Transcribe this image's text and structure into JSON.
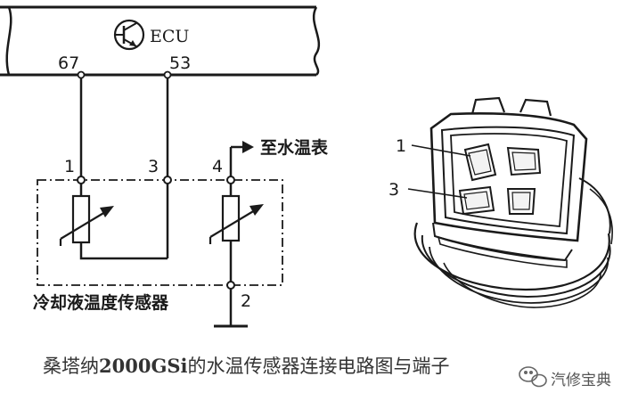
{
  "circuit": {
    "ecu_label": "ECU",
    "ecu_pins": [
      "67",
      "53"
    ],
    "sensor_terminals": [
      "1",
      "3",
      "4",
      "2"
    ],
    "gauge_label": "至水温表",
    "sensor_label": "冷却液温度传感器"
  },
  "connector": {
    "pin_labels": [
      "1",
      "3"
    ]
  },
  "caption": {
    "prefix": "桑塔纳",
    "model": "2000GSi",
    "suffix": "的水温传感器连接电路图与端子"
  },
  "watermark": {
    "text": "汽修宝典"
  },
  "colors": {
    "line": "#1a1a1a",
    "background": "#ffffff"
  }
}
